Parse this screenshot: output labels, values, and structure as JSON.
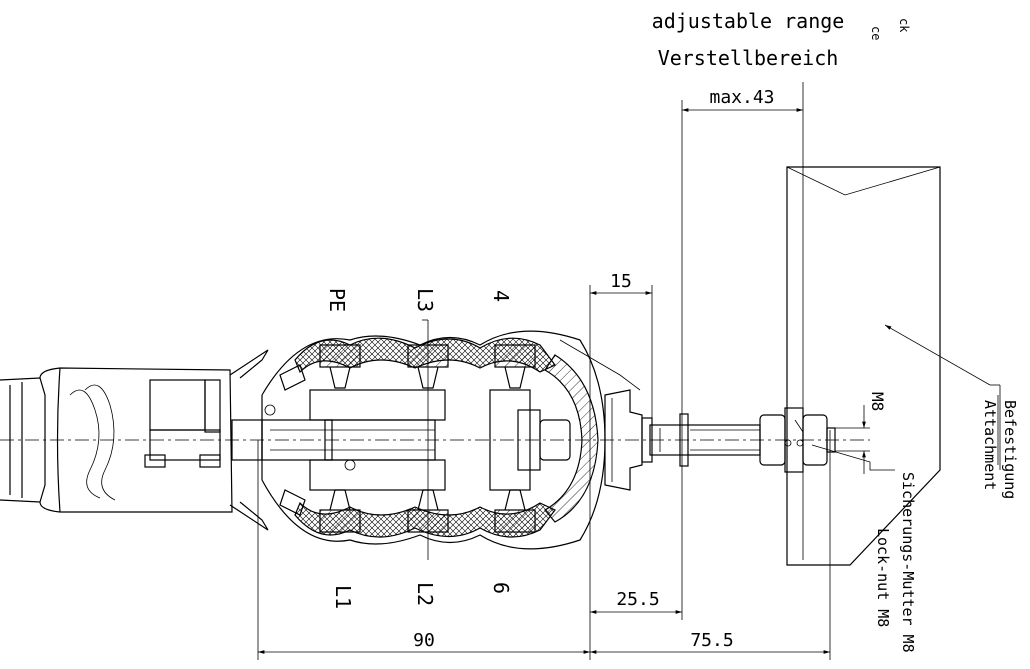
{
  "labels": {
    "adjustable_en": "adjustable range",
    "adjustable_de": "Verstellbereich",
    "max43": "max.43",
    "dim15": "15",
    "dim25_5": "25.5",
    "dim75_5": "75.5",
    "dim90": "90",
    "m8": "M8",
    "pe": "PE",
    "l1": "L1",
    "l2": "L2",
    "l3": "L3",
    "t4": "4",
    "t6": "6",
    "befestigung": "Befestigung",
    "attachment": "Attachment",
    "sicherungs": "Sicherungs-Mutter M8",
    "locknut": "Lock-nut M8",
    "corner_a": "ck",
    "corner_b": "ce"
  }
}
